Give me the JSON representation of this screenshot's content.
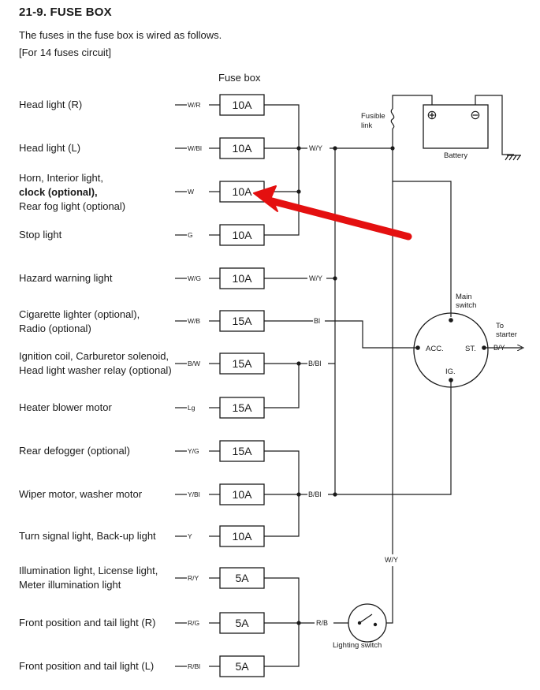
{
  "header": {
    "title": "21-9.  FUSE BOX",
    "intro": "The fuses in the fuse box is wired as follows.",
    "note": "[For 14 fuses circuit]",
    "fusebox_label": "Fuse box"
  },
  "circuits": [
    {
      "lines": [
        "Head light (R)"
      ],
      "wire": "W/R",
      "fuse": "10A"
    },
    {
      "lines": [
        "Head light (L)"
      ],
      "wire": "W/Bl",
      "fuse": "10A"
    },
    {
      "lines": [
        "Horn, Interior light,",
        "clock (optional),",
        "Rear fog light (optional)"
      ],
      "wire": "W",
      "fuse": "10A"
    },
    {
      "lines": [
        "Stop light"
      ],
      "wire": "G",
      "fuse": "10A"
    },
    {
      "lines": [
        "Hazard warning light"
      ],
      "wire": "W/G",
      "fuse": "10A"
    },
    {
      "lines": [
        "Cigarette lighter (optional),",
        "Radio (optional)"
      ],
      "wire": "W/B",
      "fuse": "15A"
    },
    {
      "lines": [
        "Ignition coil, Carburetor solenoid,",
        "Head light washer relay (optional)"
      ],
      "wire": "B/W",
      "fuse": "15A"
    },
    {
      "lines": [
        "Heater blower motor"
      ],
      "wire": "Lg",
      "fuse": "15A"
    },
    {
      "lines": [
        "Rear defogger (optional)"
      ],
      "wire": "Y/G",
      "fuse": "15A"
    },
    {
      "lines": [
        "Wiper motor, washer motor"
      ],
      "wire": "Y/Bl",
      "fuse": "10A"
    },
    {
      "lines": [
        "Turn signal light, Back-up light"
      ],
      "wire": "Y",
      "fuse": "10A"
    },
    {
      "lines": [
        "Illumination light, License light,",
        "Meter illumination light"
      ],
      "wire": "R/Y",
      "fuse": "5A"
    },
    {
      "lines": [
        "Front position and tail light (R)"
      ],
      "wire": "R/G",
      "fuse": "5A"
    },
    {
      "lines": [
        "Front position and tail light (L)"
      ],
      "wire": "R/Bl",
      "fuse": "5A"
    }
  ],
  "bus_labels": {
    "wy_top": "W/Y",
    "wy_hazard": "W/Y",
    "bl_acc": "Bl",
    "b_bl_ig": "B/Bl",
    "b_bl_wiper": "B/Bl",
    "wy_vertical": "W/Y",
    "r_b": "R/B"
  },
  "components": {
    "fusible_link": [
      "Fusible",
      "link"
    ],
    "battery": "Battery",
    "battery_plus": "⊕",
    "battery_minus": "⊖",
    "main_switch": [
      "Main",
      "switch"
    ],
    "to_starter": [
      "To",
      "starter"
    ],
    "starter_wire": "B/Y",
    "acc": "ACC.",
    "st": "ST.",
    "ig": "IG.",
    "lighting_switch": "Lighting switch"
  },
  "annotation": {
    "color": "#e41010"
  }
}
